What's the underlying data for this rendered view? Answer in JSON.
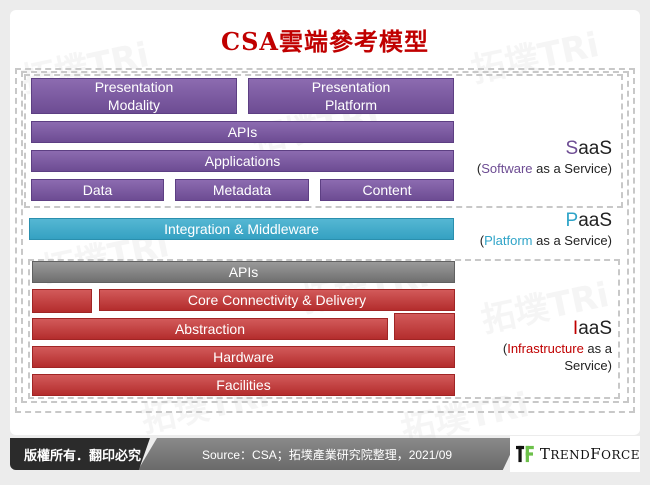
{
  "title": "CSA雲端參考模型",
  "colors": {
    "title": "#c00000",
    "saas": "#6d4c93",
    "paas": "#35a1c2",
    "iaas_apis": "#7a7a7a",
    "iaas": "#b42d2d",
    "saas_accent": "#6d4c93",
    "paas_accent": "#2fa4c8",
    "iaas_accent": "#c00000"
  },
  "saas": {
    "blocks": {
      "presentation_modality": "Presentation\nModality",
      "presentation_modality_l1": "Presentation",
      "presentation_modality_l2": "Modality",
      "presentation_platform_l1": "Presentation",
      "presentation_platform_l2": "Platform",
      "apis": "APIs",
      "applications": "Applications",
      "data": "Data",
      "metadata": "Metadata",
      "content": "Content"
    },
    "label": {
      "first_letter": "S",
      "rest": "aaS",
      "paren_open": "(",
      "accent_word": "Software",
      "suffix": " as a Service)"
    }
  },
  "paas": {
    "blocks": {
      "integration": "Integration & Middleware"
    },
    "label": {
      "first_letter": "P",
      "rest": "aaS",
      "paren_open": "(",
      "accent_word": "Platform",
      "suffix": " as a Service)"
    }
  },
  "iaas": {
    "blocks": {
      "apis": "APIs",
      "core_connectivity": "Core Connectivity & Delivery",
      "abstraction": "Abstraction",
      "hardware": "Hardware",
      "facilities": "Facilities"
    },
    "label": {
      "first_letter": "I",
      "rest": "aaS",
      "paren_open": "(",
      "accent_word": "Infrastructure",
      "suffix_line1": " as a",
      "suffix_line2": "Service)"
    }
  },
  "footer": {
    "copyright": "版權所有．翻印必究",
    "source": "Source：CSA；拓墣產業研究院整理，2021/09",
    "brand_first": "T",
    "brand_rest1": "REND",
    "brand_f": "F",
    "brand_rest2": "ORCE"
  },
  "watermark": {
    "text": "拓墣TRi"
  }
}
